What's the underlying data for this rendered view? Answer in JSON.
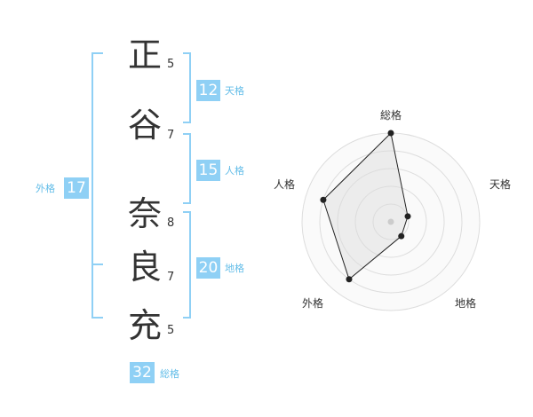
{
  "name": {
    "chars": [
      {
        "char": "正",
        "strokes": "5"
      },
      {
        "char": "谷",
        "strokes": "7"
      },
      {
        "char": "奈",
        "strokes": "8"
      },
      {
        "char": "良",
        "strokes": "7"
      },
      {
        "char": "充",
        "strokes": "5"
      }
    ]
  },
  "fortunes": {
    "tenkaku": {
      "value": "12",
      "label": "天格"
    },
    "jinkaku": {
      "value": "15",
      "label": "人格"
    },
    "chikaku": {
      "value": "20",
      "label": "地格"
    },
    "gaikaku": {
      "value": "17",
      "label": "外格"
    },
    "soukaku": {
      "value": "32",
      "label": "総格"
    }
  },
  "colors": {
    "accent": "#8fd0f5",
    "accent_text": "#63bde8",
    "text": "#333333",
    "radar_fill": "#f0f0f0",
    "radar_ring": "#dddddd"
  },
  "chart_data": {
    "type": "radar",
    "axes": [
      "総格",
      "天格",
      "地格",
      "外格",
      "人格"
    ],
    "values": [
      5,
      1,
      1,
      4,
      4
    ],
    "max": 5,
    "rings": 5
  }
}
